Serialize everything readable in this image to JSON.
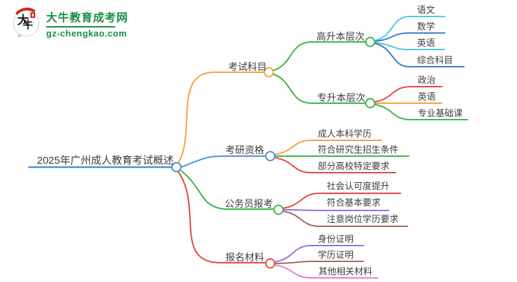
{
  "logo": {
    "icon_char_1": "大",
    "icon_char_2": "牛",
    "site_name": "大牛教育成考网",
    "site_url": "gz-chengkao.com",
    "brand_green": "#168F45",
    "seal_red": "#D12A23"
  },
  "colors": {
    "text": "#3C3C3C",
    "orange": "#F7A13C",
    "blue": "#4A90D5",
    "green": "#3BB54A",
    "red": "#E5483F",
    "cyan": "#4FC6E5",
    "steelblue": "#3D7EC9",
    "purple": "#9A6FD6",
    "brown": "#A16A5E",
    "pink": "#ED7BCE"
  },
  "mindmap": {
    "root": {
      "label": "2025年广州成人教育考试概述"
    },
    "branches": [
      {
        "label": "考试科目",
        "children": [
          {
            "label": "高升本层次",
            "children": [
              {
                "label": "语文"
              },
              {
                "label": "数学"
              },
              {
                "label": "英语"
              },
              {
                "label": "综合科目"
              }
            ]
          },
          {
            "label": "专升本层次",
            "children": [
              {
                "label": "政治"
              },
              {
                "label": "英语"
              },
              {
                "label": "专业基础课"
              }
            ]
          }
        ]
      },
      {
        "label": "考研资格",
        "children": [
          {
            "label": "成人本科学历"
          },
          {
            "label": "符合研究生招生条件"
          },
          {
            "label": "部分高校特定要求"
          }
        ]
      },
      {
        "label": "公务员报考",
        "children": [
          {
            "label": "社会认可度提升"
          },
          {
            "label": "符合基本要求"
          },
          {
            "label": "注意岗位学历要求"
          }
        ]
      },
      {
        "label": "报名材料",
        "children": [
          {
            "label": "身份证明"
          },
          {
            "label": "学历证明"
          },
          {
            "label": "其他相关材料"
          }
        ]
      }
    ]
  }
}
